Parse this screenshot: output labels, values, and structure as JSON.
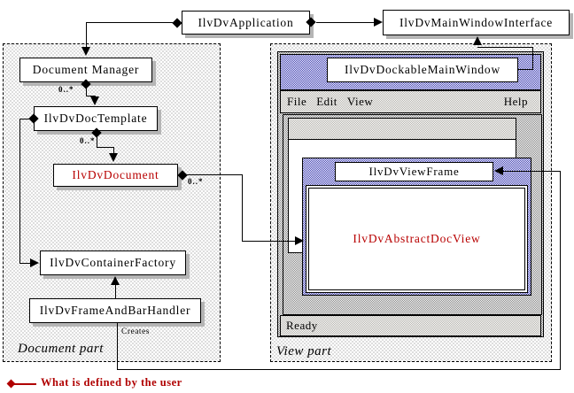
{
  "nodes": {
    "application": "IlvDvApplication",
    "main_window_interface": "IlvDvMainWindowInterface",
    "document_manager": "Document Manager",
    "doc_template": "IlvDvDocTemplate",
    "document": "IlvDvDocument",
    "container_factory": "IlvDvContainerFactory",
    "frame_and_bar_handler": "IlvDvFrameAndBarHandler"
  },
  "panels": {
    "document_part": "Document part",
    "view_part": "View part"
  },
  "labels": {
    "multiplicity": "0..*",
    "creates": "Creates"
  },
  "window": {
    "title": "IlvDvDockableMainWindow",
    "menu_items": [
      "File",
      "Edit",
      "View"
    ],
    "menu_help": "Help",
    "view_frame_title": "IlvDvViewFrame",
    "doc_view": "IlvDvAbstractDocView",
    "status": "Ready"
  },
  "legend": {
    "text": "What is defined by the user"
  },
  "colors": {
    "user_defined_red": "#b80000",
    "titlebar_blue": "#3f3fb4",
    "legend_red": "#b00000"
  }
}
